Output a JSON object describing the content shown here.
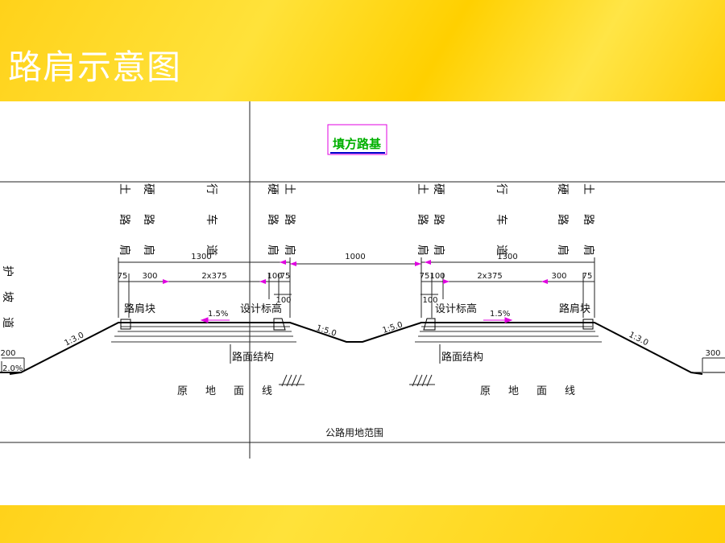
{
  "slide": {
    "title": "路肩示意图"
  },
  "diagram": {
    "header_label": "填方路基",
    "left_column_labels": [
      "土路肩",
      "硬路肩",
      "行车道",
      "硬路肩",
      "土路肩"
    ],
    "right_column_labels": [
      "土路肩",
      "硬路肩",
      "行车道",
      "硬路肩",
      "土路肩"
    ],
    "left_side_label": "护坡道",
    "dimensions": {
      "left_total": "1300",
      "median": "1000",
      "right_total": "1300",
      "left_parts": [
        "75",
        "300",
        "2x375",
        "100",
        "75"
      ],
      "right_parts": [
        "75",
        "100",
        "2x375",
        "300",
        "75"
      ],
      "left_curb": "100",
      "right_curb": "100",
      "left_berm": "200",
      "right_berm": "300"
    },
    "slopes": {
      "left_berm_grade": "2.0%",
      "left_embankment": "1:3.0",
      "right_embankment": "1:3.0",
      "median_left": "1:5.0",
      "median_right": "1:5.0",
      "left_crossfall": "1.5%",
      "right_crossfall": "1.5%"
    },
    "annotations": {
      "left_shoulder_block": "路肩块",
      "right_shoulder_block": "路肩块",
      "left_design_elevation": "设计标高",
      "right_design_elevation": "设计标高",
      "left_pavement": "路面结构",
      "right_pavement": "路面结构",
      "left_ground_line": "原地面线",
      "right_ground_line": "原地面线",
      "right_of_way": "公路用地范围"
    },
    "colors": {
      "header_text": "#00b000",
      "header_box": "#e000e0",
      "arrow": "#e000e0",
      "header_underline": "#0000cc"
    }
  }
}
